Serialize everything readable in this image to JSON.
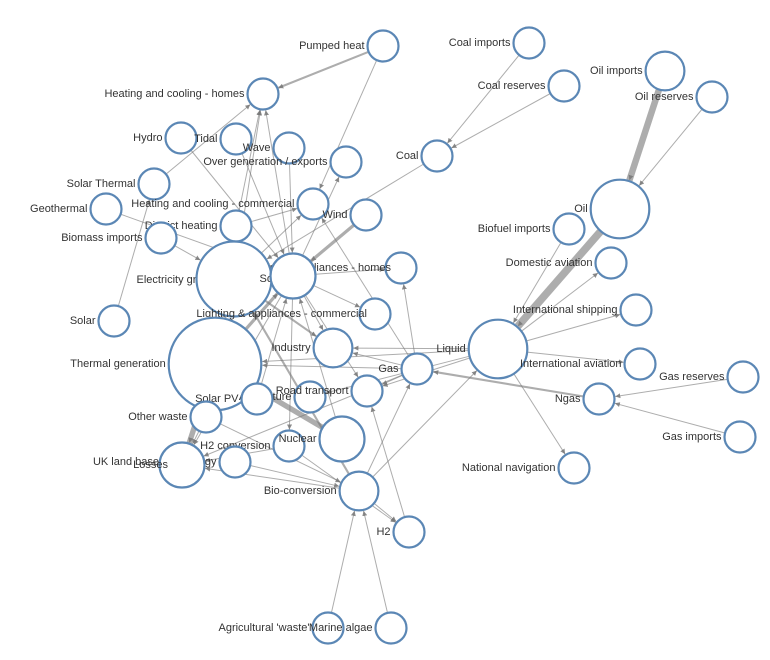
{
  "graph": {
    "type": "force-directed energy flow network",
    "colors": {
      "node_stroke": "#5b87b5",
      "node_fill": "#ffffff",
      "link": "#777777",
      "label": "#333333"
    },
    "nodes": [
      {
        "id": "pumped-heat",
        "label": "Pumped heat",
        "weight": 1
      },
      {
        "id": "coal-imports",
        "label": "Coal imports",
        "weight": 1
      },
      {
        "id": "oil-imports",
        "label": "Oil imports",
        "weight": 2
      },
      {
        "id": "coal-reserves",
        "label": "Coal reserves",
        "weight": 1
      },
      {
        "id": "oil-reserves",
        "label": "Oil reserves",
        "weight": 1
      },
      {
        "id": "heating-homes",
        "label": "Heating and cooling - homes",
        "weight": 1
      },
      {
        "id": "hydro",
        "label": "Hydro",
        "weight": 1
      },
      {
        "id": "tidal",
        "label": "Tidal",
        "weight": 1
      },
      {
        "id": "wave",
        "label": "Wave",
        "weight": 1
      },
      {
        "id": "over-generation",
        "label": "Over generation / exports",
        "weight": 1
      },
      {
        "id": "coal",
        "label": "Coal",
        "weight": 1
      },
      {
        "id": "solar-thermal",
        "label": "Solar Thermal",
        "weight": 1
      },
      {
        "id": "heating-commercial",
        "label": "Heating and cooling - commercial",
        "weight": 1
      },
      {
        "id": "geothermal",
        "label": "Geothermal",
        "weight": 1
      },
      {
        "id": "district-heating",
        "label": "District heating",
        "weight": 1
      },
      {
        "id": "wind",
        "label": "Wind",
        "weight": 1
      },
      {
        "id": "oil",
        "label": "Oil",
        "weight": 6
      },
      {
        "id": "biomass-imports",
        "label": "Biomass imports",
        "weight": 1
      },
      {
        "id": "biofuel-imports",
        "label": "Biofuel imports",
        "weight": 1
      },
      {
        "id": "electricity-grid",
        "label": "Electricity grid",
        "weight": 1
      },
      {
        "id": "lighting-homes",
        "label": "Lighting & appliances - homes",
        "weight": 1
      },
      {
        "id": "solid",
        "label": "Solid",
        "weight": 11
      },
      {
        "id": "electricity-node",
        "label": "",
        "weight": 3
      },
      {
        "id": "domestic-aviation",
        "label": "Domestic aviation",
        "weight": 1
      },
      {
        "id": "lighting-commercial",
        "label": "Lighting & appliances - commercial",
        "weight": 1
      },
      {
        "id": "solar",
        "label": "Solar",
        "weight": 1
      },
      {
        "id": "international-shipping",
        "label": "International shipping",
        "weight": 1
      },
      {
        "id": "industry",
        "label": "Industry",
        "weight": 2
      },
      {
        "id": "liquid",
        "label": "Liquid",
        "weight": 6
      },
      {
        "id": "thermal-generation",
        "label": "Thermal generation",
        "weight": 18
      },
      {
        "id": "international-aviation",
        "label": "International aviation",
        "weight": 1
      },
      {
        "id": "gas",
        "label": "Gas",
        "weight": 1
      },
      {
        "id": "gas-reserves",
        "label": "Gas reserves",
        "weight": 1
      },
      {
        "id": "agriculture",
        "label": "Agriculture",
        "weight": 1
      },
      {
        "id": "road-transport",
        "label": "Road transport",
        "weight": 1
      },
      {
        "id": "ngas",
        "label": "Ngas",
        "weight": 1
      },
      {
        "id": "solar-pv",
        "label": "Solar PV",
        "weight": 1
      },
      {
        "id": "other-waste",
        "label": "Other waste",
        "weight": 1
      },
      {
        "id": "gas-imports",
        "label": "Gas imports",
        "weight": 1
      },
      {
        "id": "h2-conversion",
        "label": "H2 conversion",
        "weight": 1
      },
      {
        "id": "nuclear",
        "label": "Nuclear",
        "weight": 3
      },
      {
        "id": "uk-land-bioenergy",
        "label": "UK land based bioenergy",
        "weight": 1
      },
      {
        "id": "losses",
        "label": "Losses",
        "weight": 3
      },
      {
        "id": "national-navigation",
        "label": "National navigation",
        "weight": 1
      },
      {
        "id": "bio-conversion",
        "label": "Bio-conversion",
        "weight": 2
      },
      {
        "id": "h2",
        "label": "H2",
        "weight": 1
      },
      {
        "id": "agricultural-waste",
        "label": "Agricultural 'waste'",
        "weight": 1
      },
      {
        "id": "marine-algae",
        "label": "Marine algae",
        "weight": 1
      }
    ],
    "links": [
      {
        "source": "pumped-heat",
        "target": "heating-homes",
        "value": 2
      },
      {
        "source": "pumped-heat",
        "target": "heating-commercial",
        "value": 1
      },
      {
        "source": "coal-imports",
        "target": "coal",
        "value": 1
      },
      {
        "source": "coal-reserves",
        "target": "coal",
        "value": 1
      },
      {
        "source": "oil-imports",
        "target": "oil",
        "value": 6
      },
      {
        "source": "oil-reserves",
        "target": "oil",
        "value": 1
      },
      {
        "source": "oil",
        "target": "liquid",
        "value": 7
      },
      {
        "source": "biofuel-imports",
        "target": "liquid",
        "value": 1
      },
      {
        "source": "coal",
        "target": "solid",
        "value": 1
      },
      {
        "source": "solid",
        "target": "thermal-generation",
        "value": 2
      },
      {
        "source": "solid",
        "target": "industry",
        "value": 2
      },
      {
        "source": "solid",
        "target": "heating-homes",
        "value": 1
      },
      {
        "source": "solid",
        "target": "heating-commercial",
        "value": 1
      },
      {
        "source": "thermal-generation",
        "target": "electricity-node",
        "value": 3
      },
      {
        "source": "thermal-generation",
        "target": "losses",
        "value": 5
      },
      {
        "source": "thermal-generation",
        "target": "district-heating",
        "value": 1
      },
      {
        "source": "electricity-node",
        "target": "lighting-homes",
        "value": 1
      },
      {
        "source": "electricity-node",
        "target": "lighting-commercial",
        "value": 1
      },
      {
        "source": "electricity-node",
        "target": "industry",
        "value": 1
      },
      {
        "source": "electricity-node",
        "target": "heating-homes",
        "value": 1
      },
      {
        "source": "electricity-node",
        "target": "over-generation",
        "value": 1
      },
      {
        "source": "electricity-node",
        "target": "road-transport",
        "value": 1
      },
      {
        "source": "electricity-node",
        "target": "h2-conversion",
        "value": 1
      },
      {
        "source": "electricity-node",
        "target": "losses",
        "value": 1
      },
      {
        "source": "wind",
        "target": "electricity-node",
        "value": 3
      },
      {
        "source": "hydro",
        "target": "electricity-node",
        "value": 1
      },
      {
        "source": "tidal",
        "target": "electricity-node",
        "value": 1
      },
      {
        "source": "wave",
        "target": "electricity-node",
        "value": 1
      },
      {
        "source": "solar-pv",
        "target": "electricity-node",
        "value": 1
      },
      {
        "source": "nuclear",
        "target": "thermal-generation",
        "value": 5
      },
      {
        "source": "geothermal",
        "target": "electricity-node",
        "value": 1
      },
      {
        "source": "solar-thermal",
        "target": "heating-homes",
        "value": 1
      },
      {
        "source": "solar",
        "target": "solar-thermal",
        "value": 1
      },
      {
        "source": "district-heating",
        "target": "heating-homes",
        "value": 1
      },
      {
        "source": "district-heating",
        "target": "heating-commercial",
        "value": 1
      },
      {
        "source": "biomass-imports",
        "target": "solid",
        "value": 1
      },
      {
        "source": "liquid",
        "target": "industry",
        "value": 1
      },
      {
        "source": "liquid",
        "target": "domestic-aviation",
        "value": 1
      },
      {
        "source": "liquid",
        "target": "international-shipping",
        "value": 1
      },
      {
        "source": "liquid",
        "target": "international-aviation",
        "value": 1
      },
      {
        "source": "liquid",
        "target": "road-transport",
        "value": 1
      },
      {
        "source": "liquid",
        "target": "national-navigation",
        "value": 1
      },
      {
        "source": "liquid",
        "target": "thermal-generation",
        "value": 1
      },
      {
        "source": "liquid",
        "target": "agriculture",
        "value": 1
      },
      {
        "source": "gas-reserves",
        "target": "ngas",
        "value": 1
      },
      {
        "source": "gas-imports",
        "target": "ngas",
        "value": 1
      },
      {
        "source": "ngas",
        "target": "gas",
        "value": 2
      },
      {
        "source": "gas",
        "target": "thermal-generation",
        "value": 1
      },
      {
        "source": "gas",
        "target": "industry",
        "value": 1
      },
      {
        "source": "gas",
        "target": "heating-commercial",
        "value": 1
      },
      {
        "source": "gas",
        "target": "lighting-homes",
        "value": 1
      },
      {
        "source": "gas",
        "target": "road-transport",
        "value": 1
      },
      {
        "source": "gas",
        "target": "losses",
        "value": 1
      },
      {
        "source": "other-waste",
        "target": "losses",
        "value": 1
      },
      {
        "source": "other-waste",
        "target": "bio-conversion",
        "value": 1
      },
      {
        "source": "uk-land-bioenergy",
        "target": "bio-conversion",
        "value": 1
      },
      {
        "source": "agricultural-waste",
        "target": "bio-conversion",
        "value": 1
      },
      {
        "source": "marine-algae",
        "target": "bio-conversion",
        "value": 1
      },
      {
        "source": "bio-conversion",
        "target": "solid",
        "value": 2
      },
      {
        "source": "bio-conversion",
        "target": "liquid",
        "value": 1
      },
      {
        "source": "bio-conversion",
        "target": "gas",
        "value": 1
      },
      {
        "source": "bio-conversion",
        "target": "losses",
        "value": 1
      },
      {
        "source": "bio-conversion",
        "target": "h2",
        "value": 1
      },
      {
        "source": "h2-conversion",
        "target": "h2",
        "value": 1
      },
      {
        "source": "h2-conversion",
        "target": "losses",
        "value": 1
      },
      {
        "source": "h2",
        "target": "road-transport",
        "value": 1
      },
      {
        "source": "nuclear",
        "target": "electricity-node",
        "value": 1
      }
    ]
  }
}
